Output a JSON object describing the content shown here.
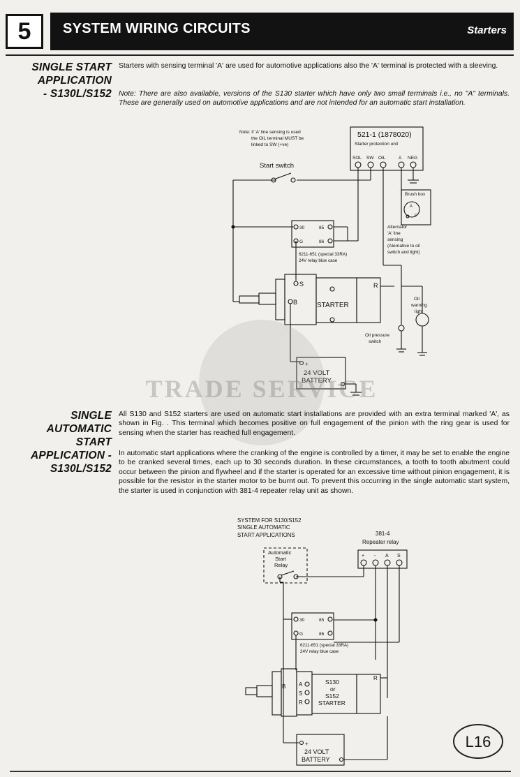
{
  "header": {
    "section_number": "5",
    "title": "SYSTEM WIRING CIRCUITS",
    "right_label": "Starters"
  },
  "section1": {
    "heading": [
      "SINGLE START",
      "APPLICATION",
      "- S130L/S152"
    ],
    "para1": "Starters with sensing terminal 'A' are used for automotive applications also the 'A' terminal is protected with a sleeving.",
    "note": "Note: There are also available, versions of the S130 starter which have only two small terminals i.e., no \"A\" terminals.  These are generally used on automotive applications and are not intended for an automatic start installation."
  },
  "diagram1": {
    "note_lines": [
      "Note: if 'A' line sensing is used",
      "the OIL terminal MUST be",
      "linked to SW (+ve)"
    ],
    "protection_unit_title": "521-1 (1878020)",
    "protection_unit_subtitle": "Starter protection unit",
    "protection_terminals": [
      "SOL",
      "SW",
      "OIL",
      "A",
      "NEG"
    ],
    "start_switch": "Start switch",
    "brush_box": "Brush box",
    "brush_a": "A",
    "brush_f": "F",
    "alternator_lines": [
      "Alternator",
      "'A' line",
      "sensing",
      "(Alernative to oil",
      "switch and light)"
    ],
    "relay_t30": "30",
    "relay_t85": "85",
    "relay_tg": "G",
    "relay_t86": "86",
    "relay_caption": [
      "6211-651 (special 33RA)",
      "24V relay blue case"
    ],
    "starter_label": "STARTER",
    "starter_s": "S",
    "starter_b": "B",
    "starter_r": "R",
    "oil_light_lines": [
      "Oil",
      "warning",
      "light"
    ],
    "oil_switch_lines": [
      "Oil pressure",
      "switch"
    ],
    "battery_plus": "+",
    "battery_lines": [
      "24 VOLT",
      "BATTERY"
    ],
    "battery_minus": "−"
  },
  "watermark": "TRADE SERVICE",
  "section2": {
    "heading": [
      "SINGLE",
      "AUTOMATIC",
      "START",
      "APPLICATION -",
      "S130L/S152"
    ],
    "para1": "All S130 and S152 starters are used on automatic start installations are provided with an extra terminal marked 'A', as shown in Fig.   .  This terminal which becomes positive on full engagement of the pinion with the ring gear is used for sensing when the starter has reached full engagement.",
    "para2": "In automatic start applications where the cranking of the engine is controlled by a timer, it may be set to enable the engine to be cranked several times, each up to 30 seconds duration.  In these circumstances, a tooth to tooth abutment could occur between the pinion and flywheel and if the starter is operated for an excessive time without pinion engagement, it is possible for the resistor in the starter motor to be burnt out.  To prevent this occurring in the single automatic start system, the starter is used in conjunction with 381-4 repeater relay unit as shown."
  },
  "diagram2": {
    "title_lines": [
      "SYSTEM FOR S130/S152",
      "SINGLE AUTOMATIC",
      "START APPLICATIONS"
    ],
    "repeater_title": "381-4",
    "repeater_subtitle": "Repeater relay",
    "repeater_terminals": [
      "+",
      "-",
      "A",
      "S"
    ],
    "auto_relay_lines": [
      "Automatic",
      "Start",
      "Relay"
    ],
    "relay_t30": "30",
    "relay_t85": "85",
    "relay_tg": "G",
    "relay_t86": "86",
    "relay_caption": [
      "6211-651 (special 33RA)",
      "24V relay blue case"
    ],
    "starter_lines": [
      "S130",
      "or",
      "S152",
      "STARTER"
    ],
    "term_a": "A",
    "term_s": "S",
    "term_r": "R",
    "term_b": "B",
    "term_r2": "R",
    "battery_plus": "+",
    "battery_lines": [
      "24 VOLT",
      "BATTERY"
    ]
  },
  "stamp": "L16"
}
